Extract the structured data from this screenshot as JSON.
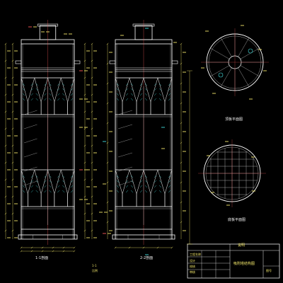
{
  "drawing": {
    "background": "#000000",
    "colors": {
      "outline": "#e8e8e8",
      "structure": "#ffffff",
      "detail": "#c8c8c8",
      "dimension": "#f4e96b",
      "accent": "#45e0e0",
      "callout": "#ff5a5a",
      "green": "#5fe05f"
    }
  },
  "views": {
    "left_view": {
      "title": "1-1剖面"
    },
    "middle_view": {
      "title": "2-2剖面"
    },
    "circle_top": {
      "title": "顶板平面图"
    },
    "circle_bottom": {
      "title": "底板平面图"
    }
  },
  "annotations": {
    "main_label": "说明",
    "revision_mark": "1-1",
    "scale_note": "比例"
  },
  "title_block": {
    "project_name": "工程名称",
    "drawing_name": "吸附塔结构图",
    "designer_label": "设计",
    "checker_label": "校核",
    "approver_label": "审核",
    "sheet_label": "图号"
  }
}
